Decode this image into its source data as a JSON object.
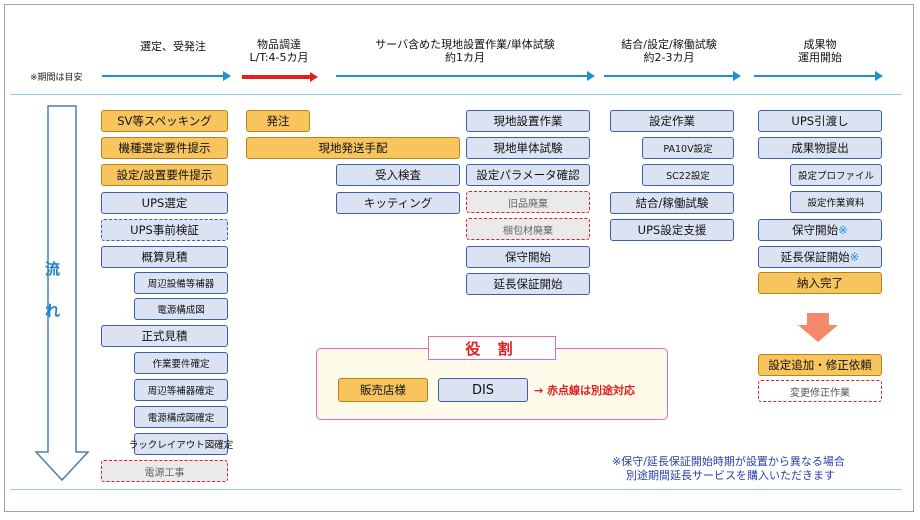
{
  "phases": [
    {
      "line1": "選定、受発注",
      "line2": ""
    },
    {
      "line1": "物品調達",
      "line2": "L/T:4-5カ月"
    },
    {
      "line1": "サーバ含めた現地設置作業/単体試験",
      "line2": "約1カ月"
    },
    {
      "line1": "結合/設定/稼働試験",
      "line2": "約2-3カ月"
    },
    {
      "line1": "成果物",
      "line2": "運用開始"
    }
  ],
  "timeline_note": "※期間は目安",
  "flow_label": [
    "流",
    "れ"
  ],
  "col1": [
    "SV等スペッキング",
    "機種選定要件提示",
    "設定/設置要件提示",
    "UPS選定",
    "UPS事前検証",
    "概算見積",
    "周辺設備等補器",
    "電源構成図",
    "正式見積",
    "作業要件確定",
    "周辺等補器確定",
    "電源構成図確定",
    "ラックレイアウト図確定",
    "電源工事"
  ],
  "col2": [
    "発注",
    "現地発送手配",
    "受入検査",
    "キッティング"
  ],
  "col3": [
    "現地設置作業",
    "現地単体試験",
    "設定パラメータ確認",
    "旧品廃棄",
    "梱包材廃棄",
    "保守開始",
    "延長保証開始"
  ],
  "col4": [
    "設定作業",
    "PA10V設定",
    "SC22設定",
    "結合/稼働試験",
    "UPS設定支援"
  ],
  "col5": [
    "UPS引渡し",
    "成果物提出",
    "設定プロファイル",
    "設定作業資料",
    "保守開始",
    "延長保証開始",
    "納入完了",
    "設定追加・修正依頼",
    "変更修正作業"
  ],
  "col5_marks": {
    "asterisk": "※"
  },
  "roles": {
    "title": "役 割",
    "dealer": "販売店様",
    "dis": "DIS",
    "note": "→ 赤点線は別途対応"
  },
  "bottom_note": {
    "line1": "※保守/延長保証開始時期が設置から異なる場合",
    "line2": "別途期間延長サービスを購入いただきます"
  },
  "colors": {
    "accent_blue": "#1f90d6",
    "red": "#e02020",
    "box_blue": "#dbe3f3",
    "box_orange": "#f7c45e",
    "role_border": "#e070b0"
  }
}
